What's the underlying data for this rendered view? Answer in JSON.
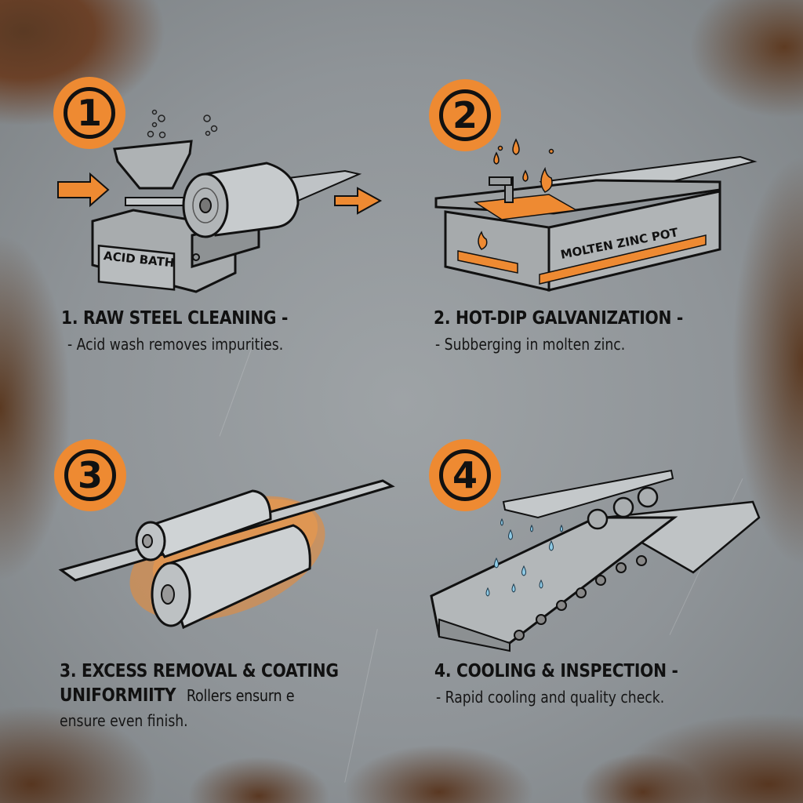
{
  "colors": {
    "accent_orange": "#ee8a32",
    "ink": "#111111",
    "steel_background": "#9ea3a6",
    "rust": "#5a3a24",
    "water_drop": "#8fcbe6"
  },
  "steps": [
    {
      "number": "1",
      "badge_icon": "circled-number-1",
      "title": "1. RAW STEEL CLEANING -",
      "description": "- Acid wash removes impurities.",
      "illustration": {
        "name": "acid-bath-machine",
        "label": "ACID BATH",
        "icons": [
          "hopper",
          "steel-coil-roller",
          "input-arrow",
          "output-arrow",
          "bubbles"
        ]
      }
    },
    {
      "number": "2",
      "badge_icon": "circled-number-2",
      "title": "2. HOT-DIP GALVANIZATION -",
      "description": "- Subberging in molten zinc.",
      "illustration": {
        "name": "molten-zinc-pot",
        "label": "MOLTEN ZINC POT",
        "icons": [
          "molten-drops",
          "flame",
          "pipe",
          "steel-sheet"
        ]
      }
    },
    {
      "number": "3",
      "badge_icon": "circled-number-3",
      "title_line1": "3. EXCESS REMOVAL & COATING",
      "title_line2": "UNIFORMIITY",
      "description_inline": "Rollers ensurn e",
      "description_line2": "ensure even finish.",
      "illustration": {
        "name": "coating-rollers",
        "icons": [
          "twin-rollers",
          "steel-sheet",
          "orange-splash"
        ]
      }
    },
    {
      "number": "4",
      "badge_icon": "circled-number-4",
      "title": "4. COOLING & INSPECTION -",
      "description": "- Rapid cooling and quality check.",
      "illustration": {
        "name": "cooling-conveyor",
        "icons": [
          "corrugated-sheets",
          "water-drops",
          "inspection-wheels",
          "conveyor-belt"
        ]
      }
    }
  ]
}
